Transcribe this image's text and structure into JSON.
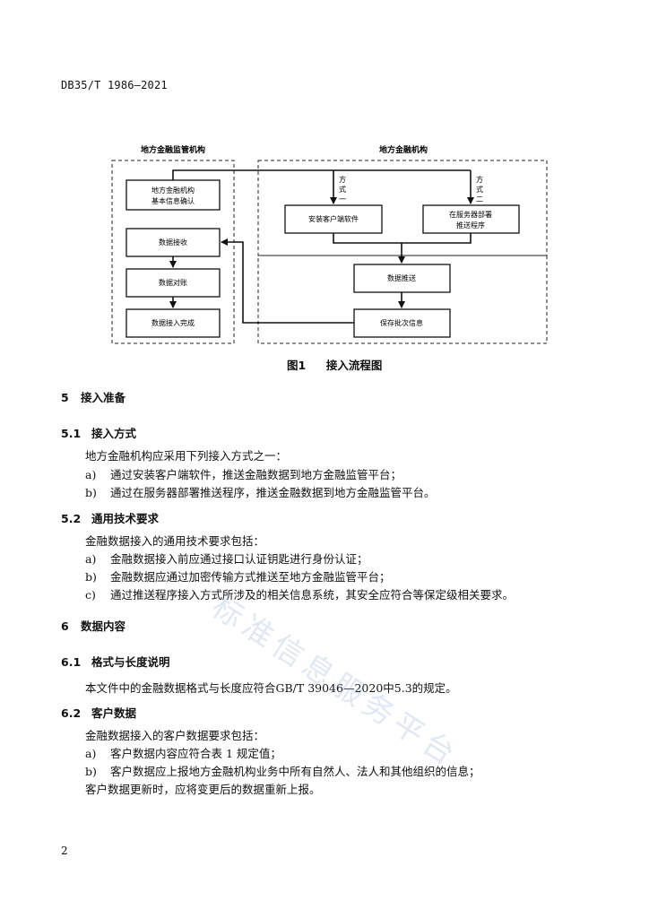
{
  "header": {
    "doc_code": "DB35/T 1986—2021"
  },
  "figure": {
    "left_group_title": "地方金融监管机构",
    "right_group_title": "地方金融机构",
    "boxes": {
      "confirm_line1": "地方金融机构",
      "confirm_line2": "基本信息确认",
      "receive": "数据接收",
      "reconcile": "数据对账",
      "complete": "数据接入完成",
      "client_install": "安装客户端软件",
      "server_line1": "在服务器部署",
      "server_line2": "推送程序",
      "push": "数据推送",
      "save_batch": "保存批次信息"
    },
    "mode1_chars": [
      "方",
      "式",
      "一"
    ],
    "mode2_chars": [
      "方",
      "式",
      "二"
    ],
    "caption_num": "图1",
    "caption_text": "接入流程图"
  },
  "sections": {
    "s5": {
      "num": "5",
      "title": "接入准备"
    },
    "s5_1": {
      "num": "5.1",
      "title": "接入方式",
      "intro": "地方金融机构应采用下列接入方式之一：",
      "items": [
        {
          "letter": "a)",
          "text": "通过安装客户端软件，推送金融数据到地方金融监管平台；"
        },
        {
          "letter": "b)",
          "text": "通过在服务器部署推送程序，推送金融数据到地方金融监管平台。"
        }
      ]
    },
    "s5_2": {
      "num": "5.2",
      "title": "通用技术要求",
      "intro": "金融数据接入的通用技术要求包括：",
      "items": [
        {
          "letter": "a)",
          "text": "金融数据接入前应通过接口认证钥匙进行身份认证；"
        },
        {
          "letter": "b)",
          "text": "金融数据应通过加密传输方式推送至地方金融监管平台；"
        },
        {
          "letter": "c)",
          "text": "通过推送程序接入方式所涉及的相关信息系统，其安全应符合等保定级相关要求。"
        }
      ]
    },
    "s6": {
      "num": "6",
      "title": "数据内容"
    },
    "s6_1": {
      "num": "6.1",
      "title": "格式与长度说明",
      "intro": "本文件中的金融数据格式与长度应符合GB/T 39046—2020中5.3的规定。"
    },
    "s6_2": {
      "num": "6.2",
      "title": "客户数据",
      "intro": "金融数据接入的客户数据要求包括：",
      "items": [
        {
          "letter": "a)",
          "text": "客户数据内容应符合表 1 规定值；"
        },
        {
          "letter": "b)",
          "text": "客户数据应上报地方金融机构业务中所有自然人、法人和其他组织的信息；"
        }
      ],
      "outro": "客户数据更新时，应将变更后的数据重新上报。"
    }
  },
  "watermark": {
    "text": "标准信息服务平台"
  },
  "footer": {
    "page_number": "2"
  }
}
